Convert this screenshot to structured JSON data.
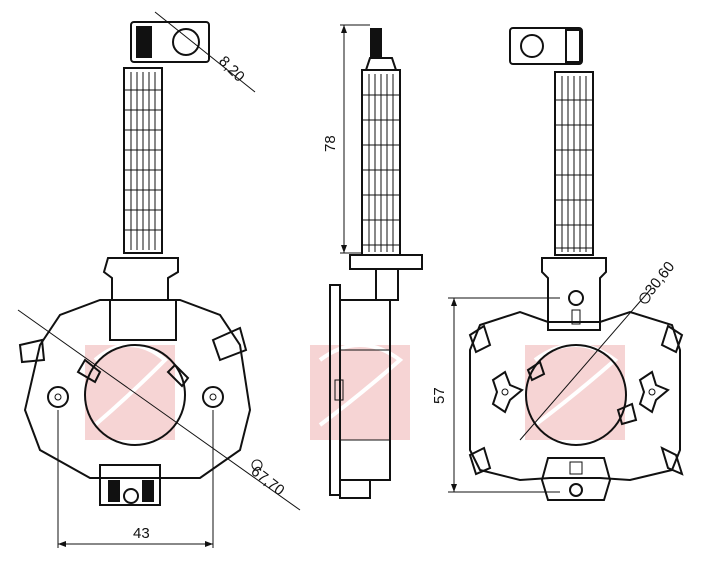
{
  "dimensions": {
    "terminal_hole": "8,20",
    "brush_length": "78",
    "outer_diameter": "67,70",
    "hole_spacing": "43",
    "inner_diameter": "30,60",
    "plate_height": "57"
  },
  "colors": {
    "line": "#111111",
    "watermark": "#f6d4d4",
    "background": "#ffffff"
  }
}
